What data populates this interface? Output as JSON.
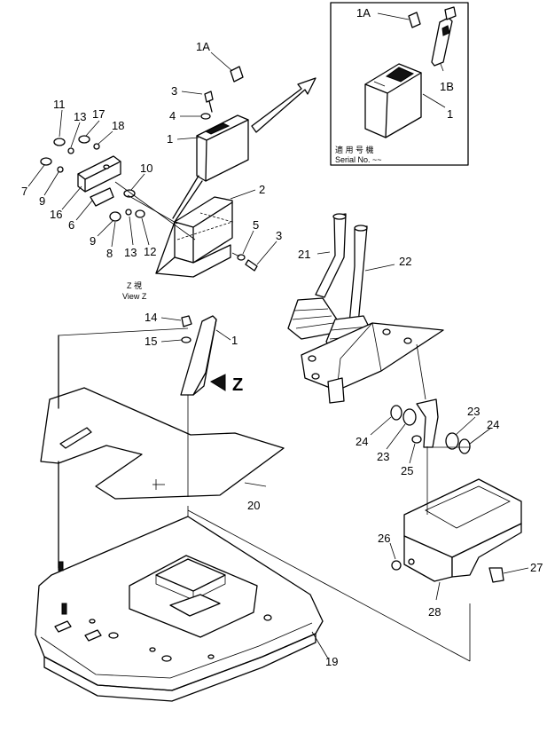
{
  "callouts": {
    "c1A_inset": "1A",
    "c1B": "1B",
    "c1_inset": "1",
    "c1A": "1A",
    "c3a": "3",
    "c4": "4",
    "c1a": "1",
    "c2": "2",
    "c5": "5",
    "c3b": "3",
    "c11": "11",
    "c13a": "13",
    "c17": "17",
    "c18": "18",
    "c10": "10",
    "c7": "7",
    "c9a": "9",
    "c16": "16",
    "c6": "6",
    "c9b": "9",
    "c8": "8",
    "c13b": "13",
    "c12": "12",
    "c14": "14",
    "c15": "15",
    "c1b": "1",
    "c21": "21",
    "c22": "22",
    "c20": "20",
    "c23a": "23",
    "c24a": "24",
    "c23b": "23",
    "c24b": "24",
    "c25": "25",
    "c26": "26",
    "c27": "27",
    "c28": "28",
    "c19": "19"
  },
  "inset": {
    "serial_cjk": "適 用 号 機",
    "serial_label": "Serial No. ~~"
  },
  "view": {
    "view_cjk": "Z    視",
    "view_label": "View Z",
    "arrow_letter": "Z"
  }
}
